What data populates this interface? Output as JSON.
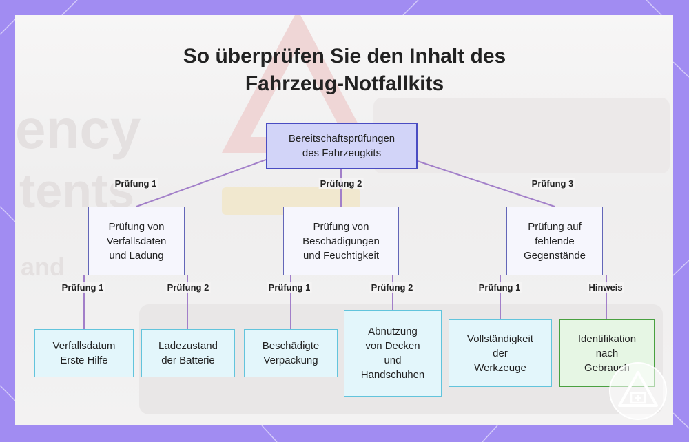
{
  "title": {
    "line1": "So überprüfen Sie den Inhalt des",
    "line2": "Fahrzeug-Notfallkits"
  },
  "background_text": {
    "line1": "ency",
    "line2": "tents",
    "line3": "and"
  },
  "nodes": {
    "root": "Bereitschaftsprüfungen\ndes Fahrzeugkits",
    "check1": "Prüfung von\nVerfallsdaten\nund Ladung",
    "check2": "Prüfung von\nBeschädigungen\nund Feuchtigkeit",
    "check3": "Prüfung auf\nfehlende\nGegenstände",
    "leaf1": "Verfallsdatum\nErste Hilfe",
    "leaf2": "Ladezustand\nder Batterie",
    "leaf3": "Beschädigte\nVerpackung",
    "leaf4": "Abnutzung\nvon Decken\nund\nHandschuhen",
    "leaf5": "Vollständigkeit\nder\nWerkzeuge",
    "leaf6": "Identifikation\nnach\nGebrauch"
  },
  "edge_labels": {
    "root_check1": "Prüfung 1",
    "root_check2": "Prüfung 2",
    "root_check3": "Prüfung 3",
    "check1_leaf1": "Prüfung 1",
    "check1_leaf2": "Prüfung 2",
    "check2_leaf3": "Prüfung 1",
    "check2_leaf4": "Prüfung 2",
    "check3_leaf5": "Prüfung 1",
    "check3_leaf6": "Hinweis"
  },
  "colors": {
    "frame": "#a18cf2",
    "edge": "#a27fc9",
    "root_fill": "#d2d4f8",
    "root_border": "#4a4cc2",
    "leaf_fill": "#e3f6fb",
    "leaf_border": "#62c4dc",
    "note_fill": "#e6f6e4",
    "note_border": "#49a040"
  },
  "icons": {
    "badge": "warning-triangle-first-aid-icon"
  }
}
